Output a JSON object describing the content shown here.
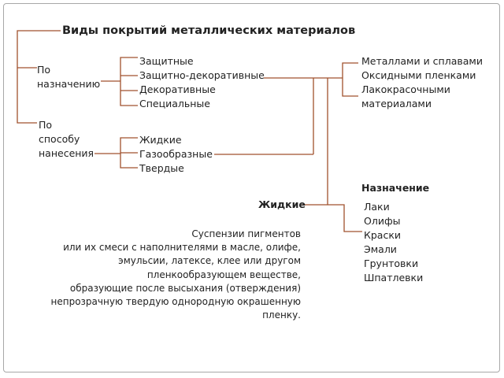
{
  "title": "Виды покрытий металлических материалов",
  "by_purpose": {
    "line1": "По",
    "line2": "назначению"
  },
  "purpose_items": [
    "Защитные",
    "Защитно-декоративные",
    "Декоративные",
    "Специальные"
  ],
  "by_method": {
    "line1": "По",
    "line2": "способу",
    "line3": "нанесения"
  },
  "method_items": [
    "Жидкие",
    "Газообразные",
    "Твердые"
  ],
  "coatings": [
    "Металлами и сплавами",
    "Оксидными пленками",
    "Лакокрасочными",
    "материалами"
  ],
  "purpose_heading": "Назначение",
  "liquid_heading": "Жидкие",
  "liquid_description": [
    "Суспензии пигментов",
    "или их смеси с наполнителями в масле, олифе,",
    "эмульсии, латексе, клее или другом",
    "пленкообразующем веществе,",
    "образующие после высыхания (отверждения)",
    "непрозрачную твердую однородную окрашенную",
    "пленку."
  ],
  "purpose_list": [
    "Лаки",
    "Олифы",
    "Краски",
    "Эмали",
    "Грунтовки",
    "Шпатлевки"
  ],
  "colors": {
    "connector": "#a0522d",
    "frame": "#a8a8a8",
    "text": "#222222"
  }
}
